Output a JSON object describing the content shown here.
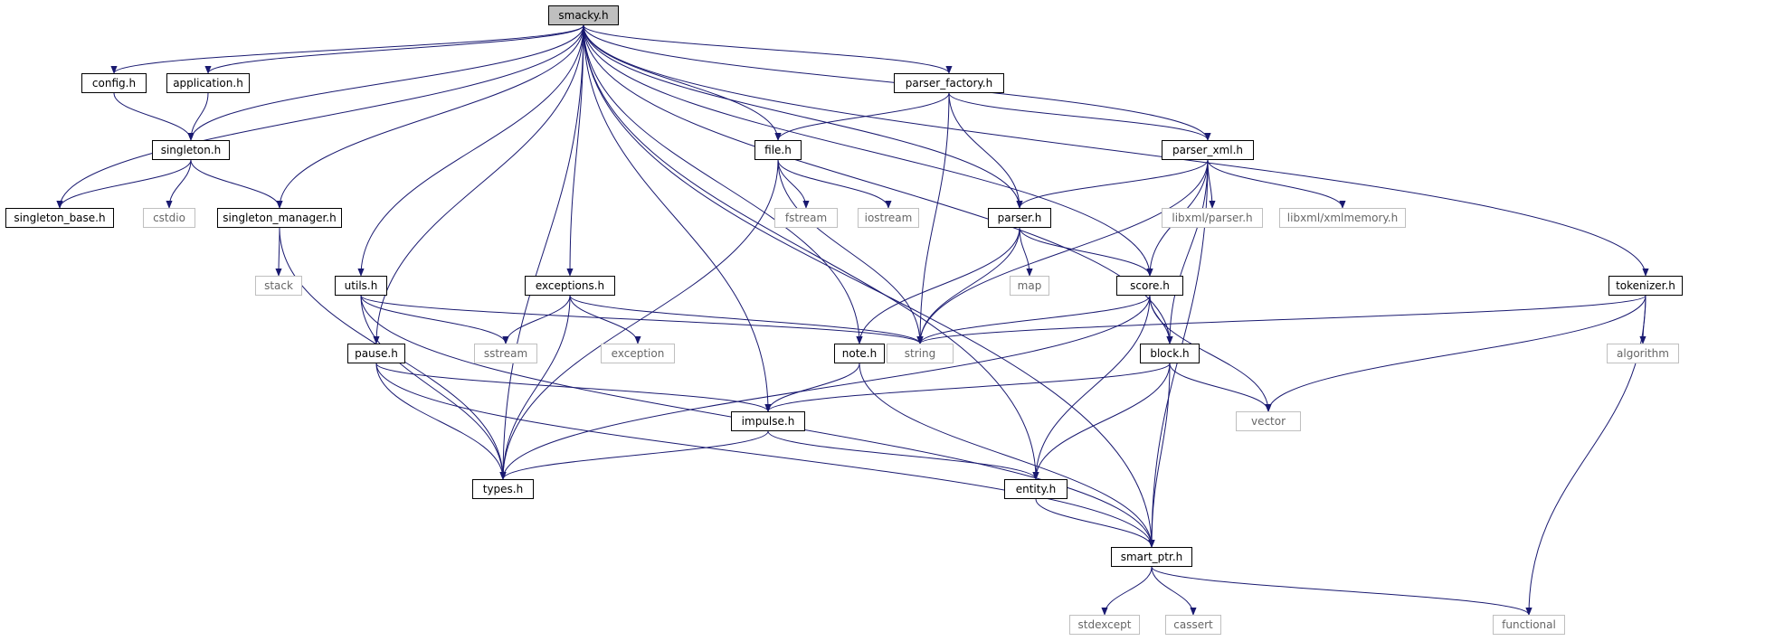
{
  "colors": {
    "edge": "#191970",
    "root_fill": "#bfbfbf",
    "local_border": "#000000",
    "system_border": "#bfbfbf",
    "system_text": "#666666"
  },
  "nodes": [
    {
      "id": "smacky",
      "label": "smacky.h",
      "kind": "root"
    },
    {
      "id": "config",
      "label": "config.h",
      "kind": "local"
    },
    {
      "id": "application",
      "label": "application.h",
      "kind": "local"
    },
    {
      "id": "parser_factory",
      "label": "parser_factory.h",
      "kind": "local"
    },
    {
      "id": "singleton",
      "label": "singleton.h",
      "kind": "local"
    },
    {
      "id": "file",
      "label": "file.h",
      "kind": "local"
    },
    {
      "id": "parser_xml",
      "label": "parser_xml.h",
      "kind": "local"
    },
    {
      "id": "singleton_base",
      "label": "singleton_base.h",
      "kind": "local"
    },
    {
      "id": "cstdio",
      "label": "cstdio",
      "kind": "system"
    },
    {
      "id": "singleton_manager",
      "label": "singleton_manager.h",
      "kind": "local"
    },
    {
      "id": "fstream",
      "label": "fstream",
      "kind": "system"
    },
    {
      "id": "iostream",
      "label": "iostream",
      "kind": "system"
    },
    {
      "id": "parser",
      "label": "parser.h",
      "kind": "local"
    },
    {
      "id": "libxml_parser",
      "label": "libxml/parser.h",
      "kind": "system"
    },
    {
      "id": "libxml_xmlmemory",
      "label": "libxml/xmlmemory.h",
      "kind": "system"
    },
    {
      "id": "stack",
      "label": "stack",
      "kind": "system"
    },
    {
      "id": "utils",
      "label": "utils.h",
      "kind": "local"
    },
    {
      "id": "exceptions",
      "label": "exceptions.h",
      "kind": "local"
    },
    {
      "id": "map",
      "label": "map",
      "kind": "system"
    },
    {
      "id": "score",
      "label": "score.h",
      "kind": "local"
    },
    {
      "id": "tokenizer",
      "label": "tokenizer.h",
      "kind": "local"
    },
    {
      "id": "pause",
      "label": "pause.h",
      "kind": "local"
    },
    {
      "id": "sstream",
      "label": "sstream",
      "kind": "system"
    },
    {
      "id": "exception",
      "label": "exception",
      "kind": "system"
    },
    {
      "id": "note",
      "label": "note.h",
      "kind": "local"
    },
    {
      "id": "string",
      "label": "string",
      "kind": "system"
    },
    {
      "id": "block",
      "label": "block.h",
      "kind": "local"
    },
    {
      "id": "algorithm",
      "label": "algorithm",
      "kind": "system"
    },
    {
      "id": "impulse",
      "label": "impulse.h",
      "kind": "local"
    },
    {
      "id": "vector",
      "label": "vector",
      "kind": "system"
    },
    {
      "id": "types",
      "label": "types.h",
      "kind": "local"
    },
    {
      "id": "entity",
      "label": "entity.h",
      "kind": "local"
    },
    {
      "id": "smart_ptr",
      "label": "smart_ptr.h",
      "kind": "local"
    },
    {
      "id": "stdexcept",
      "label": "stdexcept",
      "kind": "system"
    },
    {
      "id": "cassert",
      "label": "cassert",
      "kind": "system"
    },
    {
      "id": "functional",
      "label": "functional",
      "kind": "system"
    }
  ],
  "edges": [
    [
      "smacky",
      "config"
    ],
    [
      "smacky",
      "application"
    ],
    [
      "smacky",
      "singleton"
    ],
    [
      "smacky",
      "singleton_base"
    ],
    [
      "smacky",
      "singleton_manager"
    ],
    [
      "smacky",
      "utils"
    ],
    [
      "smacky",
      "pause"
    ],
    [
      "smacky",
      "types"
    ],
    [
      "smacky",
      "exceptions"
    ],
    [
      "smacky",
      "impulse"
    ],
    [
      "smacky",
      "note"
    ],
    [
      "smacky",
      "entity"
    ],
    [
      "smacky",
      "file"
    ],
    [
      "smacky",
      "parser_factory"
    ],
    [
      "smacky",
      "parser"
    ],
    [
      "smacky",
      "parser_xml"
    ],
    [
      "smacky",
      "score"
    ],
    [
      "smacky",
      "block"
    ],
    [
      "smacky",
      "tokenizer"
    ],
    [
      "smacky",
      "smart_ptr"
    ],
    [
      "config",
      "singleton"
    ],
    [
      "application",
      "singleton"
    ],
    [
      "singleton",
      "singleton_base"
    ],
    [
      "singleton",
      "cstdio"
    ],
    [
      "singleton",
      "singleton_manager"
    ],
    [
      "singleton_manager",
      "stack"
    ],
    [
      "singleton_manager",
      "types"
    ],
    [
      "parser_factory",
      "file"
    ],
    [
      "parser_factory",
      "parser"
    ],
    [
      "parser_factory",
      "parser_xml"
    ],
    [
      "parser_factory",
      "string"
    ],
    [
      "file",
      "fstream"
    ],
    [
      "file",
      "iostream"
    ],
    [
      "file",
      "string"
    ],
    [
      "file",
      "types"
    ],
    [
      "parser_xml",
      "parser"
    ],
    [
      "parser_xml",
      "libxml_parser"
    ],
    [
      "parser_xml",
      "libxml_xmlmemory"
    ],
    [
      "parser_xml",
      "score"
    ],
    [
      "parser_xml",
      "string"
    ],
    [
      "parser_xml",
      "block"
    ],
    [
      "parser_xml",
      "smart_ptr"
    ],
    [
      "parser",
      "map"
    ],
    [
      "parser",
      "score"
    ],
    [
      "parser",
      "string"
    ],
    [
      "parser",
      "note"
    ],
    [
      "score",
      "string"
    ],
    [
      "score",
      "block"
    ],
    [
      "score",
      "vector"
    ],
    [
      "score",
      "types"
    ],
    [
      "score",
      "entity"
    ],
    [
      "utils",
      "sstream"
    ],
    [
      "utils",
      "string"
    ],
    [
      "utils",
      "types"
    ],
    [
      "utils",
      "smart_ptr"
    ],
    [
      "exceptions",
      "sstream"
    ],
    [
      "exceptions",
      "exception"
    ],
    [
      "exceptions",
      "string"
    ],
    [
      "exceptions",
      "types"
    ],
    [
      "pause",
      "impulse"
    ],
    [
      "pause",
      "types"
    ],
    [
      "pause",
      "smart_ptr"
    ],
    [
      "note",
      "impulse"
    ],
    [
      "note",
      "smart_ptr"
    ],
    [
      "block",
      "impulse"
    ],
    [
      "block",
      "vector"
    ],
    [
      "block",
      "entity"
    ],
    [
      "block",
      "smart_ptr"
    ],
    [
      "impulse",
      "types"
    ],
    [
      "impulse",
      "entity"
    ],
    [
      "entity",
      "smart_ptr"
    ],
    [
      "tokenizer",
      "string"
    ],
    [
      "tokenizer",
      "algorithm"
    ],
    [
      "tokenizer",
      "vector"
    ],
    [
      "tokenizer",
      "functional"
    ],
    [
      "smart_ptr",
      "stdexcept"
    ],
    [
      "smart_ptr",
      "cassert"
    ],
    [
      "smart_ptr",
      "functional"
    ]
  ]
}
